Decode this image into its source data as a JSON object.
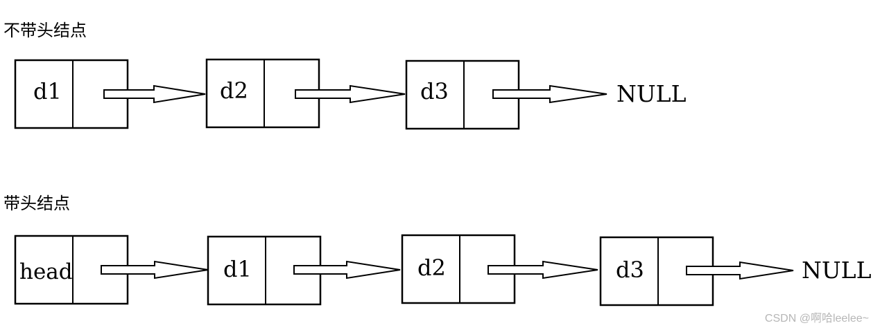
{
  "diagram": {
    "without_head": {
      "title": "不带头结点",
      "nodes": [
        {
          "label": "d1"
        },
        {
          "label": "d2"
        },
        {
          "label": "d3"
        }
      ],
      "terminal": "NULL"
    },
    "with_head": {
      "title": "带头结点",
      "nodes": [
        {
          "label": "head"
        },
        {
          "label": "d1"
        },
        {
          "label": "d2"
        },
        {
          "label": "d3"
        }
      ],
      "terminal": "NULL"
    },
    "watermark": "CSDN @啊哈leelee~",
    "colors": {
      "stroke": "#000000",
      "background": "#ffffff",
      "watermark": "#b6b6b6"
    }
  }
}
